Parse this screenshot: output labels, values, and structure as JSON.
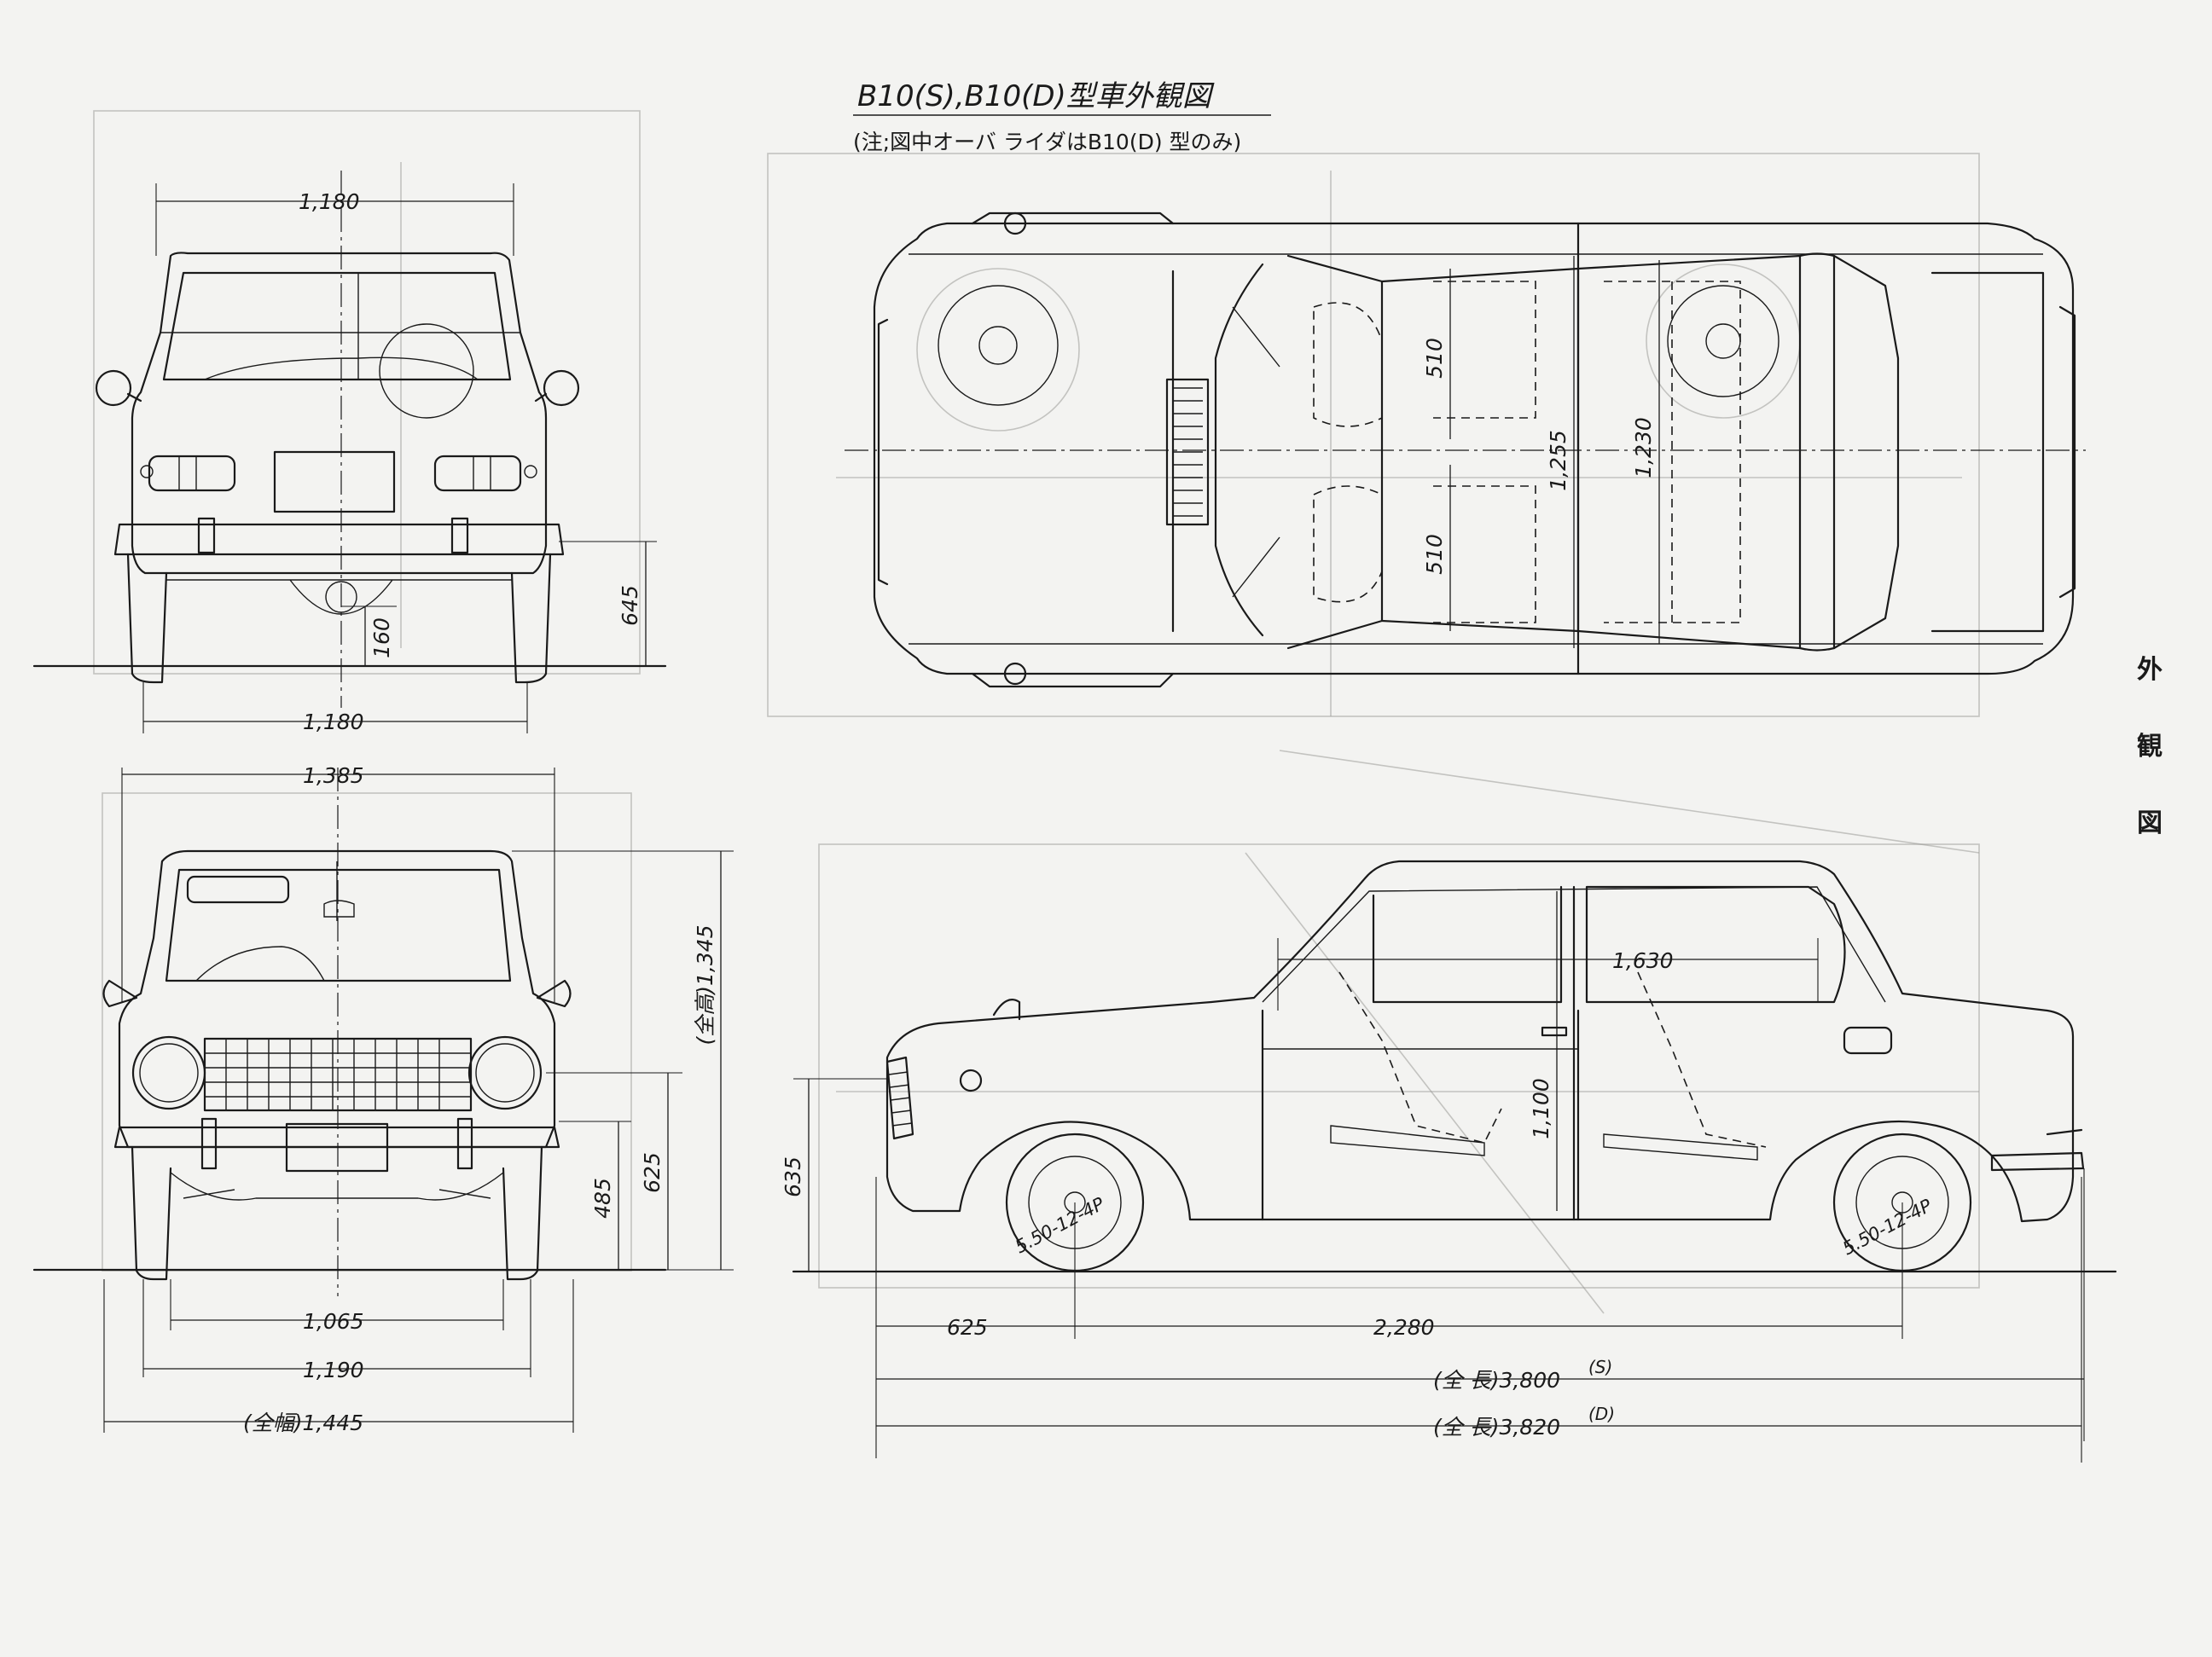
{
  "title": {
    "main": "B10(S),B10(D)型車外観図",
    "note": "(注;図中オーバ ライダはB10(D) 型のみ)"
  },
  "side_caption": "外観図",
  "views": {
    "rear": {
      "dims": {
        "top_width": "1,180",
        "bumper_height": "645",
        "ground_clearance": "160",
        "bottom_width": "1,180"
      }
    },
    "front": {
      "dims": {
        "width_top": "1,385",
        "overall_height": "(全高)1,345",
        "height_625": "625",
        "height_485": "485",
        "tread_1065": "1,065",
        "width_1190": "1,190",
        "overall_width": "(全幅)1,445"
      }
    },
    "plan": {
      "dims": {
        "seat_510_upper": "510",
        "seat_510_lower": "510",
        "inner_width_1255": "1,255",
        "inner_width_1230": "1,230"
      }
    },
    "side": {
      "dims": {
        "cabin_length": "1,630",
        "cabin_height": "1,100",
        "bumper_height": "635",
        "front_overhang": "625",
        "wheelbase": "2,280",
        "length_s": "(全 長)3,800",
        "length_s_sup": "(S)",
        "length_d": "(全 長)3,820",
        "length_d_sup": "(D)"
      },
      "tire_label_front": "5.50-12-4P",
      "tire_label_rear": "5.50-12-4P"
    }
  }
}
